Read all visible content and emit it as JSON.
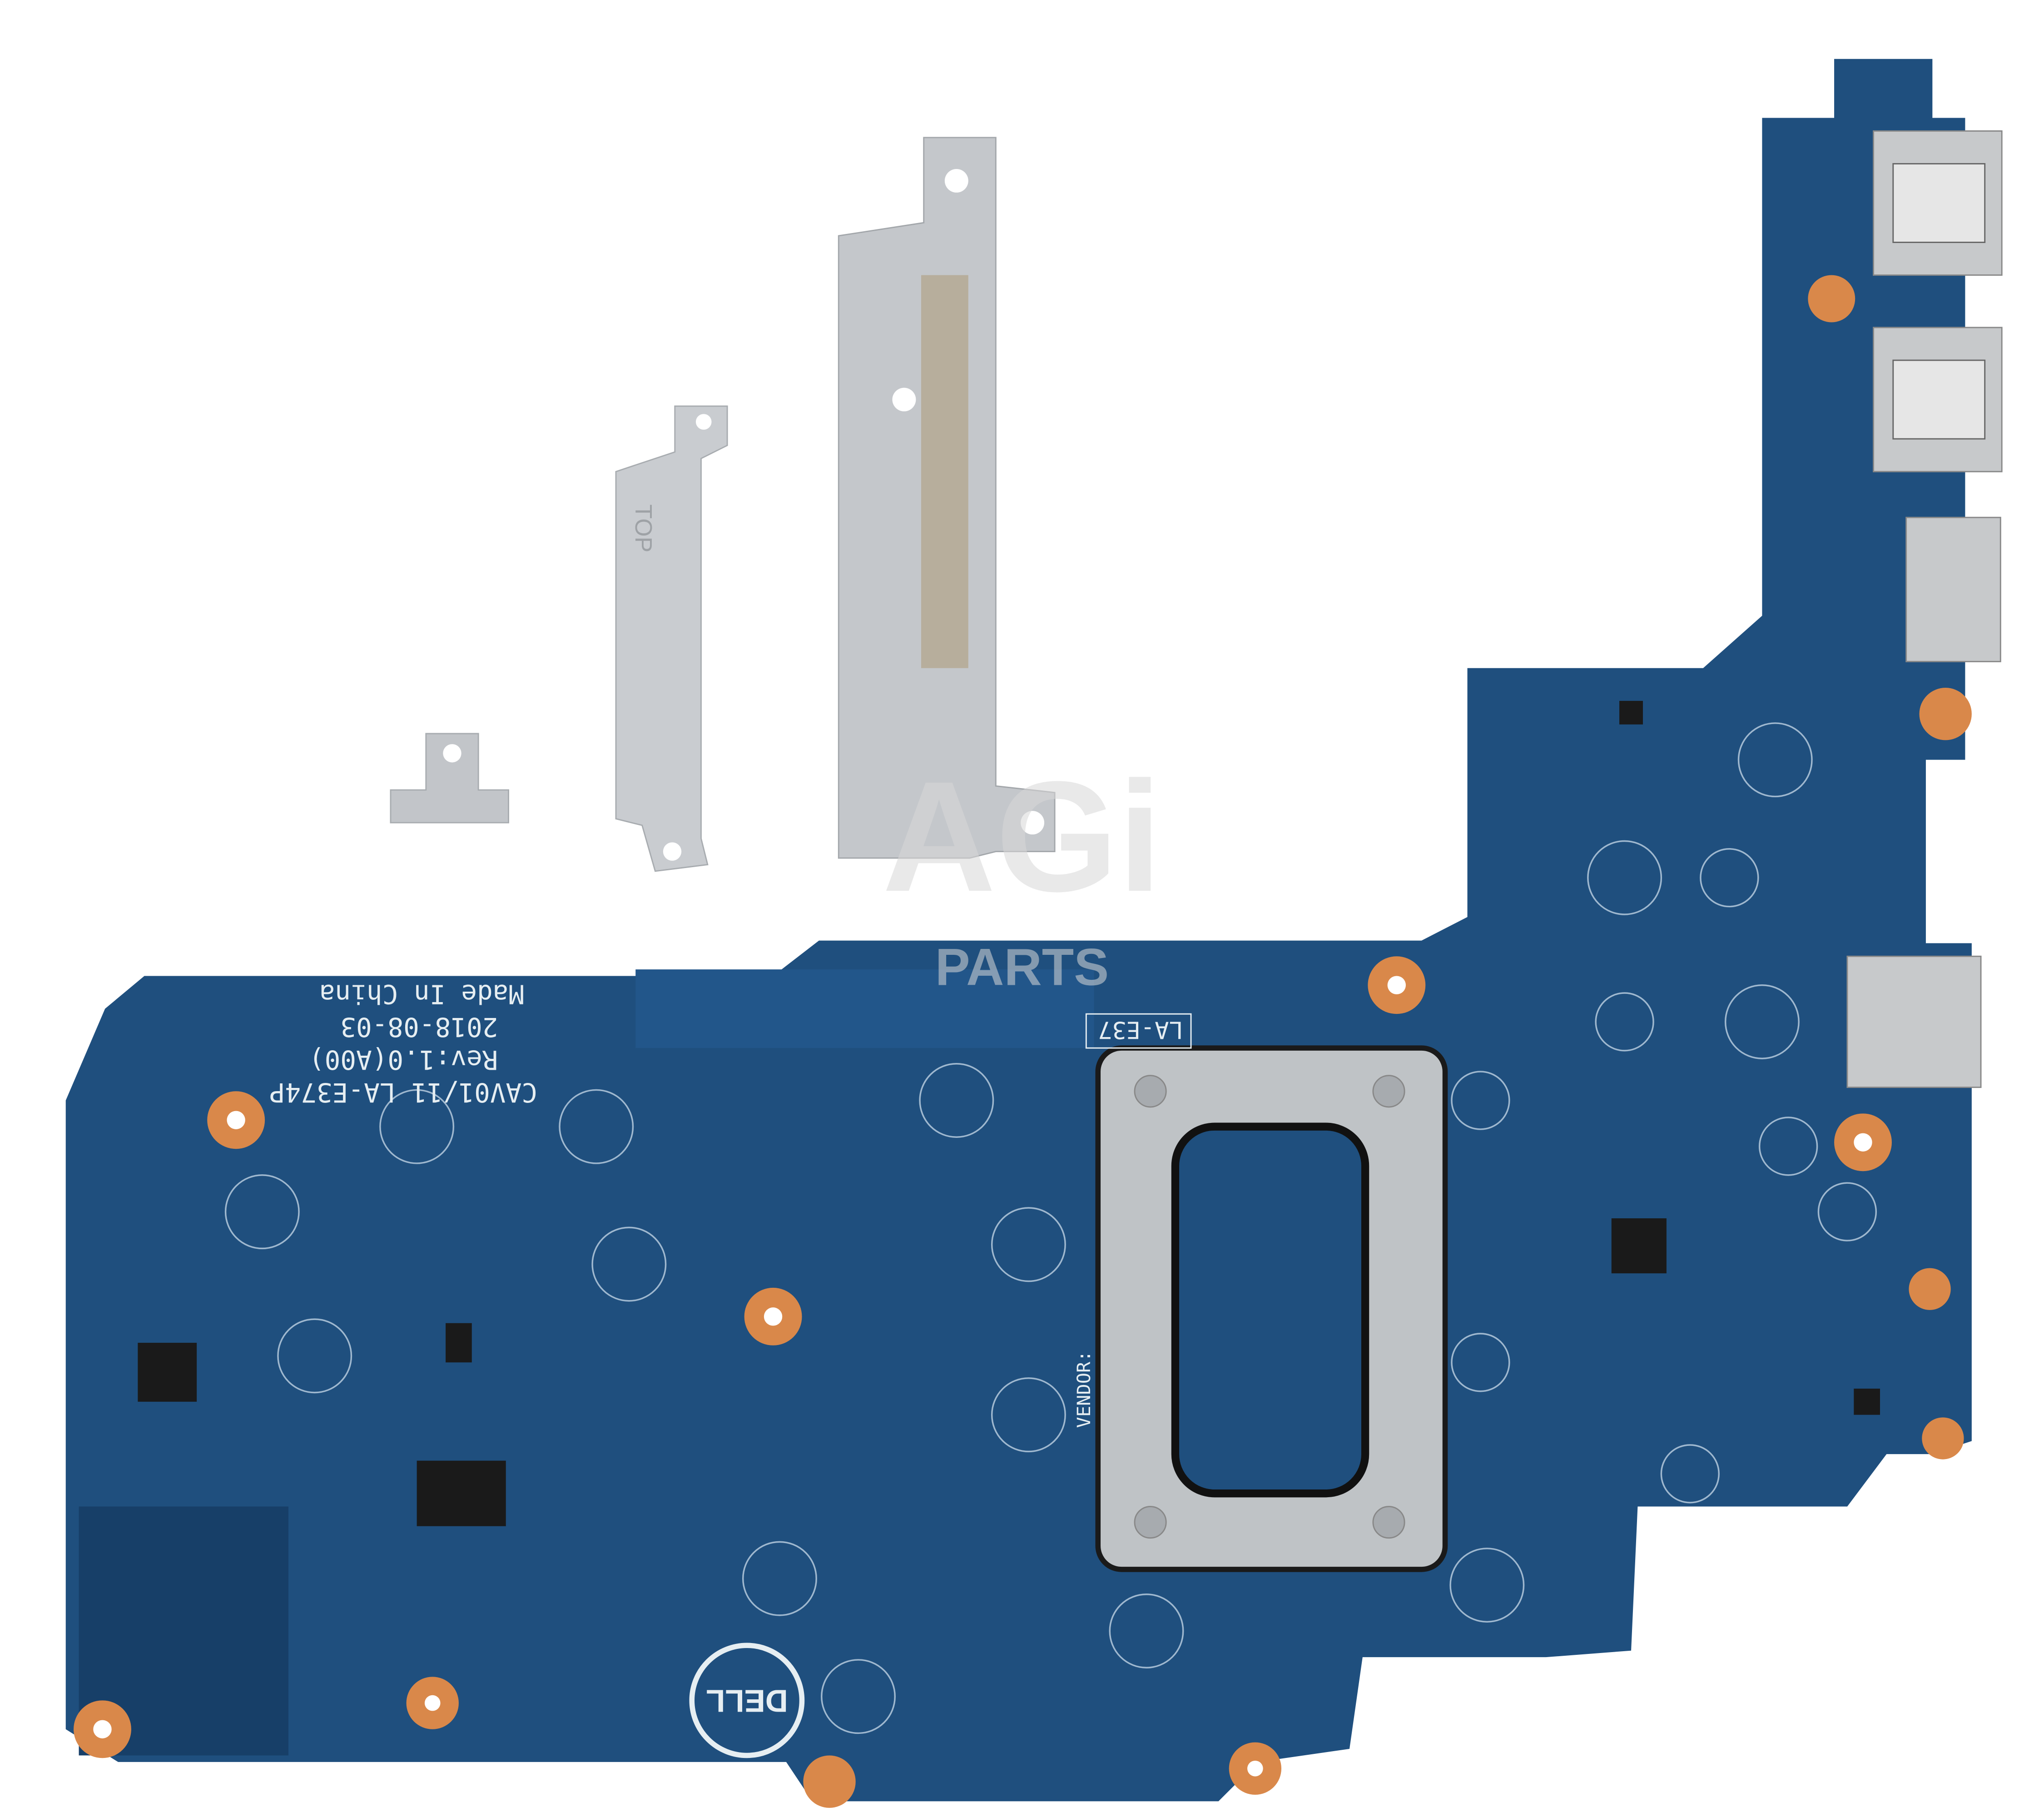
{
  "product": {
    "board_model": "CAV01/11 LA-E374P",
    "revision": "Rev:1.0(A00)",
    "date": "2018-08-03",
    "origin": "Made In China",
    "board_code": "LA-E37",
    "vendor_label": "VENDOR:",
    "brand_logo": "DELL",
    "bracket_label": "TOP"
  },
  "watermark": {
    "brand": "AGi",
    "sub": "PARTS"
  },
  "colors": {
    "pcb": "#1f4f7e",
    "pcb_dark": "#173f68",
    "bracket": "#c9ccd0",
    "copper": "#d9884a",
    "shield": "#bfc3c6"
  }
}
